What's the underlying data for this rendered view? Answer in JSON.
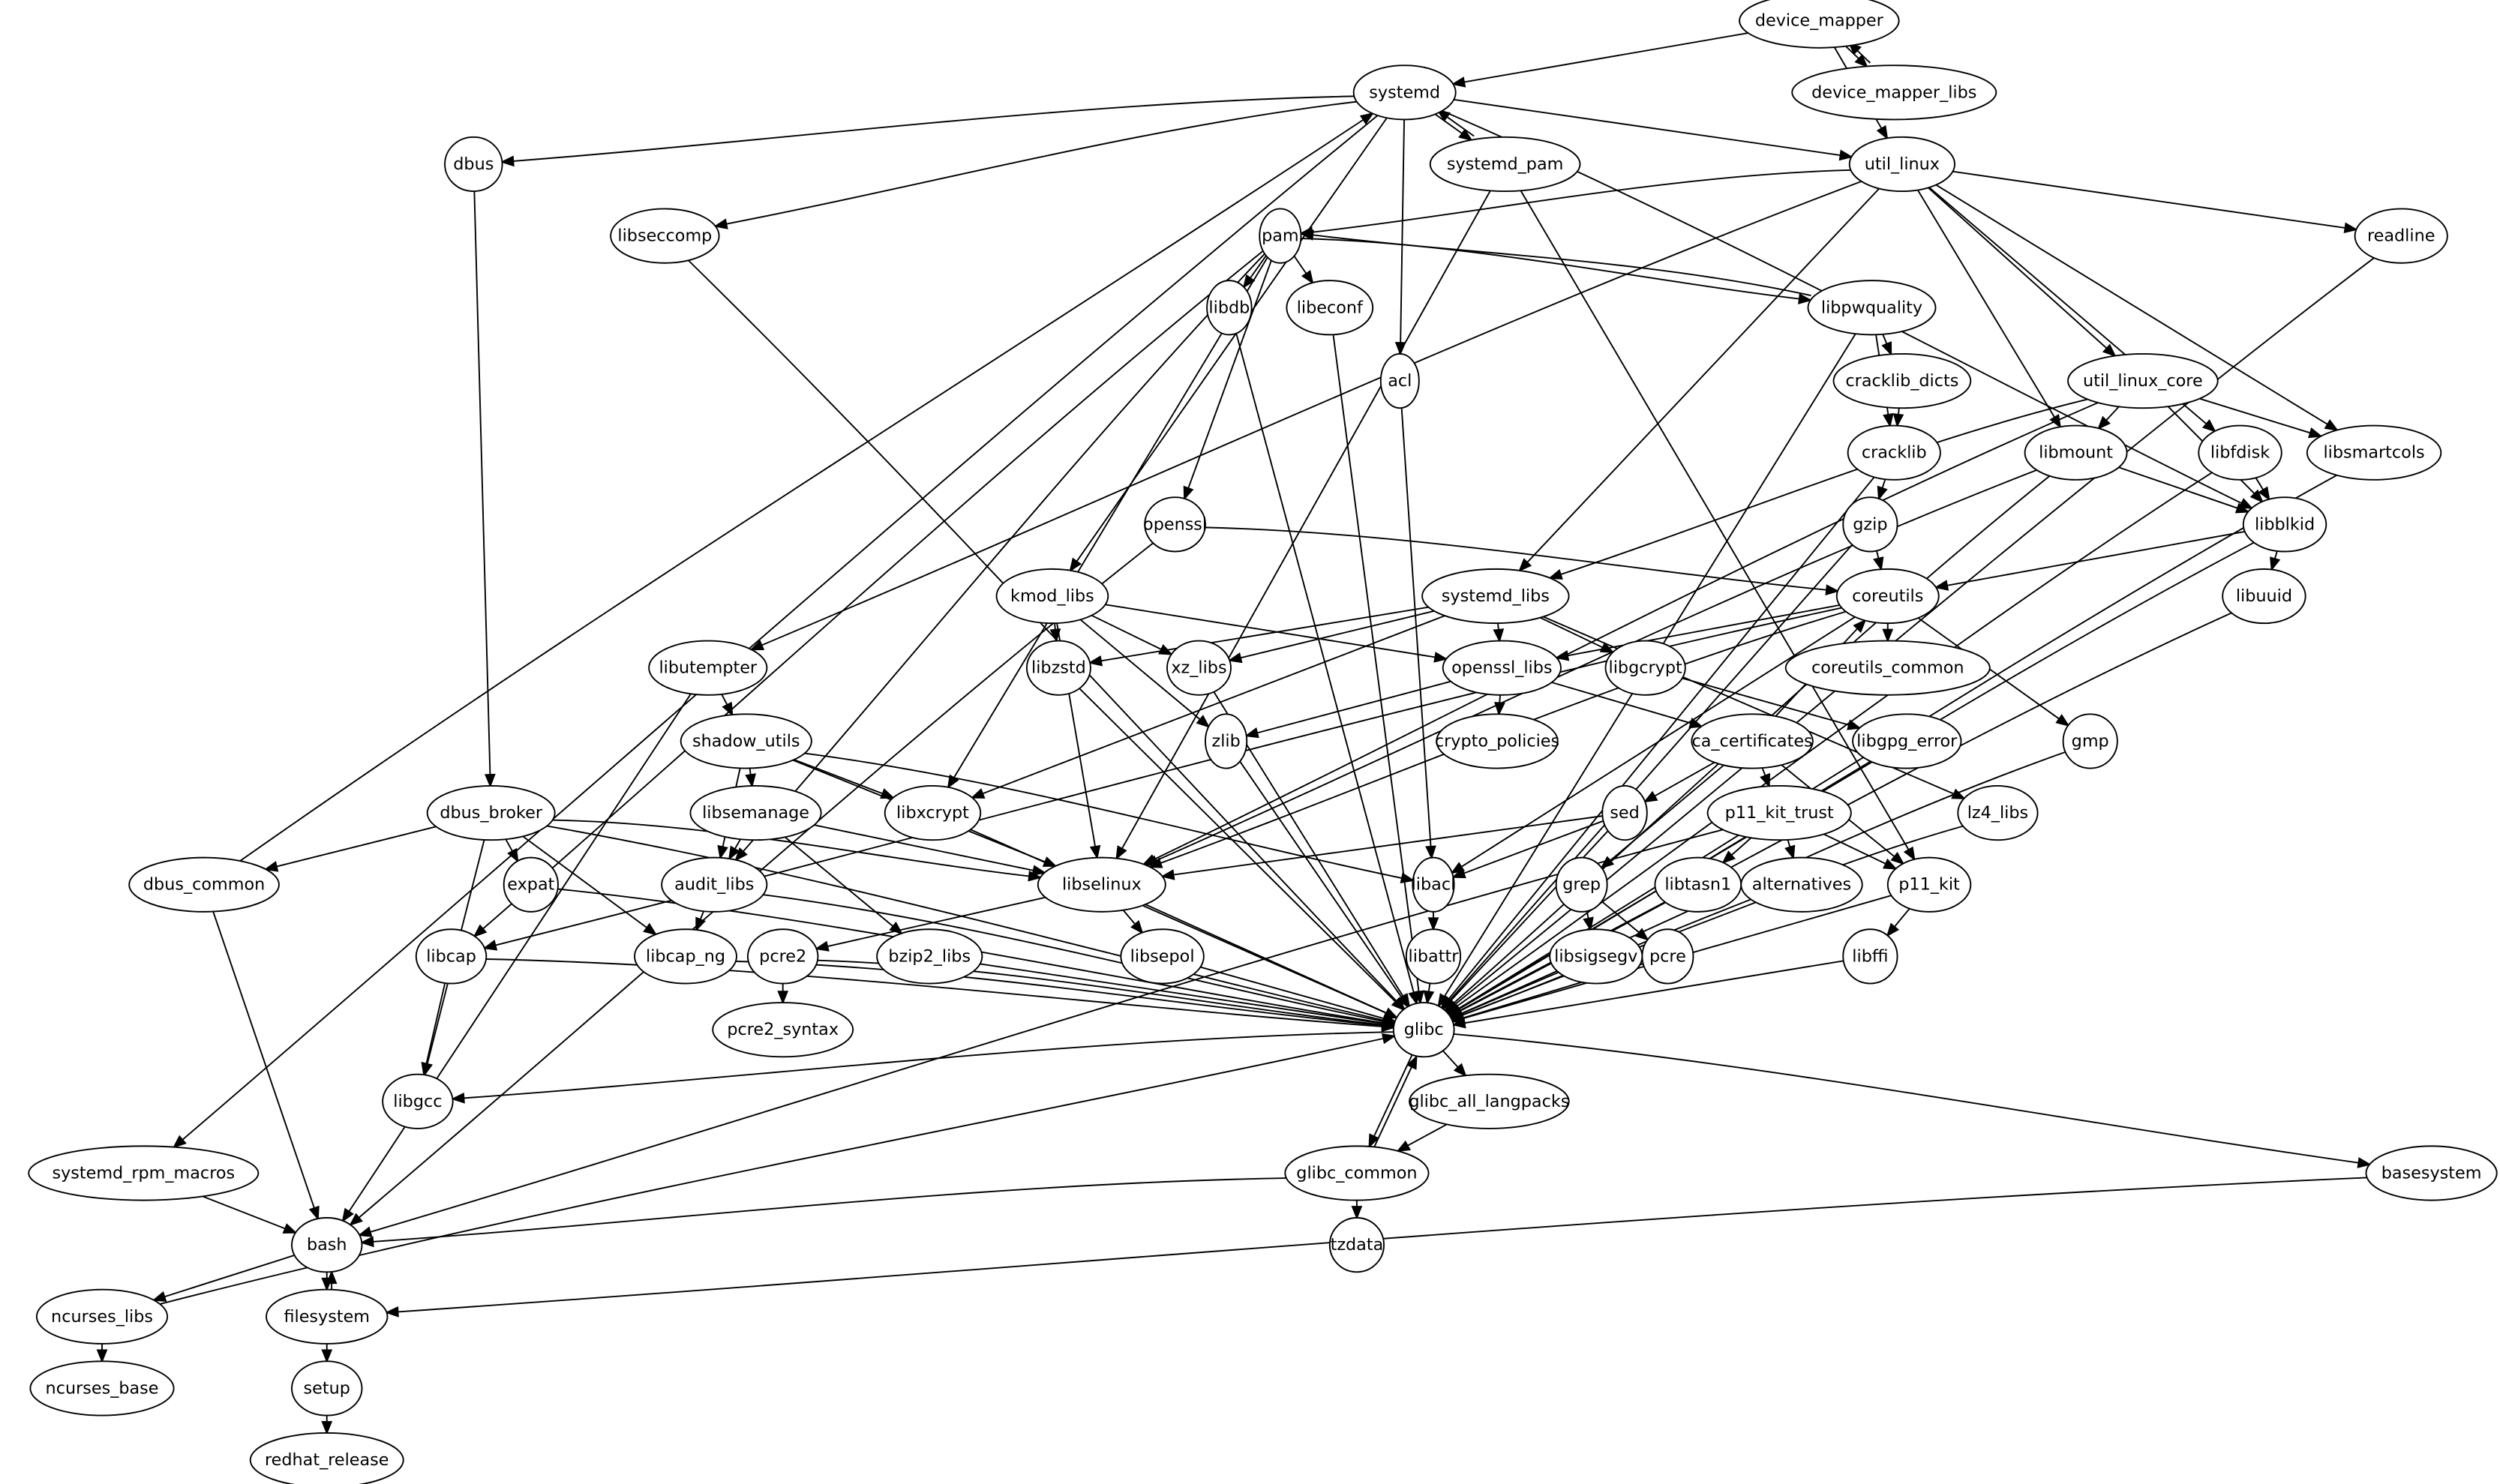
{
  "graph": {
    "type": "directed-dependency-graph",
    "nodes": [
      {
        "id": "device_mapper",
        "label": "device_mapper"
      },
      {
        "id": "device_mapper_libs",
        "label": "device_mapper_libs"
      },
      {
        "id": "systemd",
        "label": "systemd"
      },
      {
        "id": "systemd_pam",
        "label": "systemd_pam"
      },
      {
        "id": "util_linux",
        "label": "util_linux"
      },
      {
        "id": "dbus",
        "label": "dbus"
      },
      {
        "id": "libseccomp",
        "label": "libseccomp"
      },
      {
        "id": "pam",
        "label": "pam"
      },
      {
        "id": "readline",
        "label": "readline"
      },
      {
        "id": "libdb",
        "label": "libdb"
      },
      {
        "id": "libeconf",
        "label": "libeconf"
      },
      {
        "id": "libpwquality",
        "label": "libpwquality"
      },
      {
        "id": "acl",
        "label": "acl"
      },
      {
        "id": "cracklib_dicts",
        "label": "cracklib_dicts"
      },
      {
        "id": "util_linux_core",
        "label": "util_linux_core"
      },
      {
        "id": "cracklib",
        "label": "cracklib"
      },
      {
        "id": "libmount",
        "label": "libmount"
      },
      {
        "id": "libfdisk",
        "label": "libfdisk"
      },
      {
        "id": "libsmartcols",
        "label": "libsmartcols"
      },
      {
        "id": "openssl",
        "label": "openssl"
      },
      {
        "id": "gzip",
        "label": "gzip"
      },
      {
        "id": "libblkid",
        "label": "libblkid"
      },
      {
        "id": "kmod_libs",
        "label": "kmod_libs"
      },
      {
        "id": "systemd_libs",
        "label": "systemd_libs"
      },
      {
        "id": "coreutils",
        "label": "coreutils"
      },
      {
        "id": "libuuid",
        "label": "libuuid"
      },
      {
        "id": "libutempter",
        "label": "libutempter"
      },
      {
        "id": "libzstd",
        "label": "libzstd"
      },
      {
        "id": "xz_libs",
        "label": "xz_libs"
      },
      {
        "id": "openssl_libs",
        "label": "openssl_libs"
      },
      {
        "id": "libgcrypt",
        "label": "libgcrypt"
      },
      {
        "id": "coreutils_common",
        "label": "coreutils_common"
      },
      {
        "id": "shadow_utils",
        "label": "shadow_utils"
      },
      {
        "id": "zlib",
        "label": "zlib"
      },
      {
        "id": "crypto_policies",
        "label": "crypto_policies"
      },
      {
        "id": "ca_certificates",
        "label": "ca_certificates"
      },
      {
        "id": "libgpg_error",
        "label": "libgpg_error"
      },
      {
        "id": "gmp",
        "label": "gmp"
      },
      {
        "id": "dbus_broker",
        "label": "dbus_broker"
      },
      {
        "id": "libsemanage",
        "label": "libsemanage"
      },
      {
        "id": "libxcrypt",
        "label": "libxcrypt"
      },
      {
        "id": "sed",
        "label": "sed"
      },
      {
        "id": "p11_kit_trust",
        "label": "p11_kit_trust"
      },
      {
        "id": "lz4_libs",
        "label": "lz4_libs"
      },
      {
        "id": "dbus_common",
        "label": "dbus_common"
      },
      {
        "id": "expat",
        "label": "expat"
      },
      {
        "id": "audit_libs",
        "label": "audit_libs"
      },
      {
        "id": "libselinux",
        "label": "libselinux"
      },
      {
        "id": "libacl",
        "label": "libacl"
      },
      {
        "id": "grep",
        "label": "grep"
      },
      {
        "id": "libtasn1",
        "label": "libtasn1"
      },
      {
        "id": "alternatives",
        "label": "alternatives"
      },
      {
        "id": "p11_kit",
        "label": "p11_kit"
      },
      {
        "id": "libcap",
        "label": "libcap"
      },
      {
        "id": "libcap_ng",
        "label": "libcap_ng"
      },
      {
        "id": "pcre2",
        "label": "pcre2"
      },
      {
        "id": "bzip2_libs",
        "label": "bzip2_libs"
      },
      {
        "id": "libsepol",
        "label": "libsepol"
      },
      {
        "id": "libattr",
        "label": "libattr"
      },
      {
        "id": "libsigsegv",
        "label": "libsigsegv"
      },
      {
        "id": "pcre",
        "label": "pcre"
      },
      {
        "id": "libffi",
        "label": "libffi"
      },
      {
        "id": "glibc",
        "label": "glibc"
      },
      {
        "id": "pcre2_syntax",
        "label": "pcre2_syntax"
      },
      {
        "id": "libgcc",
        "label": "libgcc"
      },
      {
        "id": "glibc_all_langpacks",
        "label": "glibc_all_langpacks"
      },
      {
        "id": "systemd_rpm_macros",
        "label": "systemd_rpm_macros"
      },
      {
        "id": "glibc_common",
        "label": "glibc_common"
      },
      {
        "id": "basesystem",
        "label": "basesystem"
      },
      {
        "id": "tzdata",
        "label": "tzdata"
      },
      {
        "id": "bash",
        "label": "bash"
      },
      {
        "id": "ncurses_libs",
        "label": "ncurses_libs"
      },
      {
        "id": "filesystem",
        "label": "filesystem"
      },
      {
        "id": "ncurses_base",
        "label": "ncurses_base"
      },
      {
        "id": "setup",
        "label": "setup"
      },
      {
        "id": "redhat_release",
        "label": "redhat_release"
      }
    ],
    "edges": [
      [
        "device_mapper",
        "systemd"
      ],
      [
        "device_mapper",
        "util_linux"
      ],
      [
        "device_mapper",
        "device_mapper_libs"
      ],
      [
        "device_mapper_libs",
        "device_mapper"
      ],
      [
        "systemd",
        "systemd_pam"
      ],
      [
        "systemd_pam",
        "systemd"
      ],
      [
        "systemd",
        "util_linux"
      ],
      [
        "systemd",
        "dbus"
      ],
      [
        "systemd",
        "libseccomp"
      ],
      [
        "systemd",
        "acl"
      ],
      [
        "systemd",
        "kmod_libs"
      ],
      [
        "systemd",
        "systemd_rpm_macros"
      ],
      [
        "systemd",
        "libblkid"
      ],
      [
        "dbus_common",
        "systemd"
      ],
      [
        "systemd_pam",
        "libselinux"
      ],
      [
        "systemd_pam",
        "p11_kit"
      ],
      [
        "util_linux",
        "pam"
      ],
      [
        "util_linux",
        "readline"
      ],
      [
        "util_linux",
        "util_linux_core"
      ],
      [
        "util_linux",
        "libmount"
      ],
      [
        "util_linux",
        "libfdisk"
      ],
      [
        "util_linux",
        "libsmartcols"
      ],
      [
        "util_linux",
        "systemd_libs"
      ],
      [
        "util_linux",
        "libutempter"
      ],
      [
        "dbus",
        "dbus_broker"
      ],
      [
        "libseccomp",
        "glibc"
      ],
      [
        "pam",
        "libdb"
      ],
      [
        "pam",
        "libeconf"
      ],
      [
        "pam",
        "libpwquality"
      ],
      [
        "libpwquality",
        "pam"
      ],
      [
        "pam",
        "openssl"
      ],
      [
        "pam",
        "libxcrypt"
      ],
      [
        "pam",
        "audit_libs"
      ],
      [
        "pam",
        "libcap"
      ],
      [
        "libdb",
        "glibc"
      ],
      [
        "libeconf",
        "glibc"
      ],
      [
        "acl",
        "libacl"
      ],
      [
        "libpwquality",
        "cracklib_dicts"
      ],
      [
        "libpwquality",
        "cracklib"
      ],
      [
        "libpwquality",
        "glibc"
      ],
      [
        "cracklib_dicts",
        "cracklib"
      ],
      [
        "cracklib",
        "gzip"
      ],
      [
        "cracklib",
        "glibc"
      ],
      [
        "util_linux_core",
        "libmount"
      ],
      [
        "util_linux_core",
        "libblkid"
      ],
      [
        "util_linux_core",
        "libsmartcols"
      ],
      [
        "util_linux_core",
        "systemd_libs"
      ],
      [
        "util_linux_core",
        "libselinux"
      ],
      [
        "libmount",
        "libblkid"
      ],
      [
        "libmount",
        "glibc"
      ],
      [
        "libmount",
        "libselinux"
      ],
      [
        "libfdisk",
        "libblkid"
      ],
      [
        "libfdisk",
        "glibc"
      ],
      [
        "libsmartcols",
        "glibc"
      ],
      [
        "readline",
        "glibc"
      ],
      [
        "openssl",
        "coreutils"
      ],
      [
        "openssl",
        "bash"
      ],
      [
        "gzip",
        "coreutils"
      ],
      [
        "gzip",
        "glibc"
      ],
      [
        "libblkid",
        "coreutils"
      ],
      [
        "libblkid",
        "libuuid"
      ],
      [
        "libblkid",
        "glibc"
      ],
      [
        "libuuid",
        "glibc"
      ],
      [
        "kmod_libs",
        "libzstd"
      ],
      [
        "kmod_libs",
        "xz_libs"
      ],
      [
        "kmod_libs",
        "openssl_libs"
      ],
      [
        "kmod_libs",
        "zlib"
      ],
      [
        "kmod_libs",
        "libselinux"
      ],
      [
        "systemd_libs",
        "libzstd"
      ],
      [
        "systemd_libs",
        "xz_libs"
      ],
      [
        "systemd_libs",
        "openssl_libs"
      ],
      [
        "systemd_libs",
        "libgcrypt"
      ],
      [
        "systemd_libs",
        "lz4_libs"
      ],
      [
        "systemd_libs",
        "libxcrypt"
      ],
      [
        "coreutils",
        "coreutils_common"
      ],
      [
        "coreutils",
        "openssl_libs"
      ],
      [
        "coreutils",
        "gmp"
      ],
      [
        "coreutils",
        "libselinux"
      ],
      [
        "coreutils",
        "libacl"
      ],
      [
        "coreutils",
        "libcap"
      ],
      [
        "ca_certificates",
        "coreutils"
      ],
      [
        "libutempter",
        "shadow_utils"
      ],
      [
        "libutempter",
        "bash"
      ],
      [
        "libzstd",
        "glibc"
      ],
      [
        "xz_libs",
        "glibc"
      ],
      [
        "openssl_libs",
        "crypto_policies"
      ],
      [
        "openssl_libs",
        "ca_certificates"
      ],
      [
        "openssl_libs",
        "zlib"
      ],
      [
        "libgcrypt",
        "libgpg_error"
      ],
      [
        "shadow_utils",
        "libsemanage"
      ],
      [
        "shadow_utils",
        "audit_libs"
      ],
      [
        "shadow_utils",
        "libxcrypt"
      ],
      [
        "shadow_utils",
        "libselinux"
      ],
      [
        "shadow_utils",
        "libacl"
      ],
      [
        "zlib",
        "glibc"
      ],
      [
        "libgpg_error",
        "glibc"
      ],
      [
        "gmp",
        "glibc"
      ],
      [
        "ca_certificates",
        "sed"
      ],
      [
        "ca_certificates",
        "p11_kit_trust"
      ],
      [
        "ca_certificates",
        "p11_kit"
      ],
      [
        "ca_certificates",
        "grep"
      ],
      [
        "dbus_broker",
        "dbus_common"
      ],
      [
        "dbus_broker",
        "expat"
      ],
      [
        "dbus_broker",
        "libcap_ng"
      ],
      [
        "dbus_broker",
        "libselinux"
      ],
      [
        "dbus_broker",
        "libgcc"
      ],
      [
        "dbus_broker",
        "glibc"
      ],
      [
        "libsemanage",
        "audit_libs"
      ],
      [
        "libsemanage",
        "libselinux"
      ],
      [
        "libsemanage",
        "bzip2_libs"
      ],
      [
        "libxcrypt",
        "glibc"
      ],
      [
        "sed",
        "libselinux"
      ],
      [
        "sed",
        "libacl"
      ],
      [
        "sed",
        "glibc"
      ],
      [
        "p11_kit_trust",
        "libtasn1"
      ],
      [
        "p11_kit_trust",
        "alternatives"
      ],
      [
        "p11_kit_trust",
        "p11_kit"
      ],
      [
        "p11_kit_trust",
        "bash"
      ],
      [
        "lz4_libs",
        "glibc"
      ],
      [
        "dbus_common",
        "bash"
      ],
      [
        "expat",
        "glibc"
      ],
      [
        "audit_libs",
        "libcap_ng"
      ],
      [
        "audit_libs",
        "glibc"
      ],
      [
        "libselinux",
        "pcre2"
      ],
      [
        "libselinux",
        "libsepol"
      ],
      [
        "libselinux",
        "glibc"
      ],
      [
        "libacl",
        "libattr"
      ],
      [
        "grep",
        "libsigsegv"
      ],
      [
        "grep",
        "pcre"
      ],
      [
        "libtasn1",
        "glibc"
      ],
      [
        "alternatives",
        "glibc"
      ],
      [
        "p11_kit",
        "libffi"
      ],
      [
        "p11_kit",
        "glibc"
      ],
      [
        "libcap",
        "libgcc"
      ],
      [
        "libcap",
        "glibc"
      ],
      [
        "libcap_ng",
        "glibc"
      ],
      [
        "pcre2",
        "pcre2_syntax"
      ],
      [
        "pcre2",
        "glibc"
      ],
      [
        "bzip2_libs",
        "glibc"
      ],
      [
        "libsepol",
        "glibc"
      ],
      [
        "libattr",
        "glibc"
      ],
      [
        "libsigsegv",
        "glibc"
      ],
      [
        "pcre",
        "glibc"
      ],
      [
        "libffi",
        "glibc"
      ],
      [
        "glibc",
        "libgcc"
      ],
      [
        "glibc",
        "glibc_all_langpacks"
      ],
      [
        "glibc",
        "glibc_common"
      ],
      [
        "glibc_common",
        "glibc"
      ],
      [
        "glibc",
        "basesystem"
      ],
      [
        "glibc_all_langpacks",
        "glibc_common"
      ],
      [
        "glibc_common",
        "bash"
      ],
      [
        "glibc_common",
        "tzdata"
      ],
      [
        "systemd_rpm_macros",
        "bash"
      ],
      [
        "bash",
        "ncurses_libs"
      ],
      [
        "bash",
        "filesystem"
      ],
      [
        "filesystem",
        "bash"
      ],
      [
        "ncurses_libs",
        "glibc"
      ],
      [
        "ncurses_libs",
        "ncurses_base"
      ],
      [
        "basesystem",
        "filesystem"
      ],
      [
        "filesystem",
        "setup"
      ],
      [
        "setup",
        "redhat_release"
      ]
    ]
  }
}
